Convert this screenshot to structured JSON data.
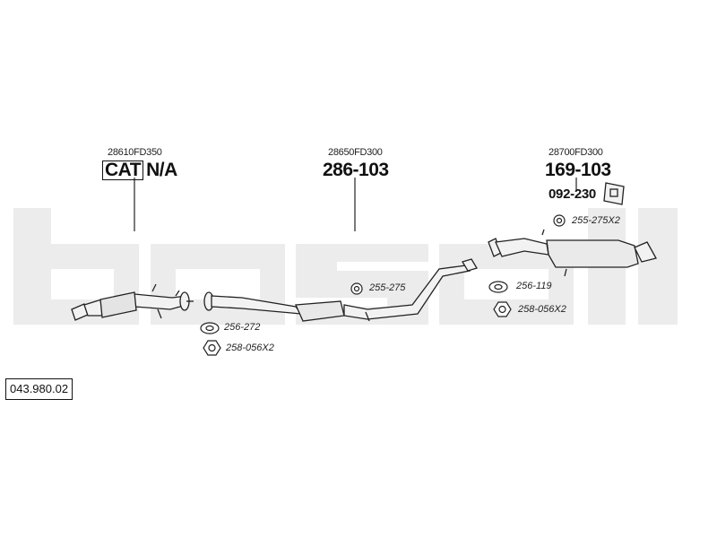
{
  "brand_watermark": "bosal",
  "set_number": "043.980.02",
  "parts": [
    {
      "oe_number": "28610FD350",
      "cat_label": "CAT",
      "part_number": "N/A"
    },
    {
      "oe_number": "28650FD300",
      "part_number": "286-103"
    },
    {
      "oe_number": "28700FD300",
      "part_number": "169-103",
      "bracket_part": "092-230"
    }
  ],
  "fittings": [
    {
      "code": "256-272",
      "icon": "gasket-icon"
    },
    {
      "code": "258-056X2",
      "icon": "nut-icon"
    },
    {
      "code": "255-275",
      "icon": "rubber-mount-icon"
    },
    {
      "code": "255-275X2",
      "icon": "rubber-mount-icon"
    },
    {
      "code": "256-119",
      "icon": "gasket-icon"
    },
    {
      "code": "258-056X2",
      "icon": "nut-icon"
    }
  ],
  "colors": {
    "watermark": "#ececec",
    "line": "#222222",
    "pipe_fill": "#f2f2f2"
  }
}
